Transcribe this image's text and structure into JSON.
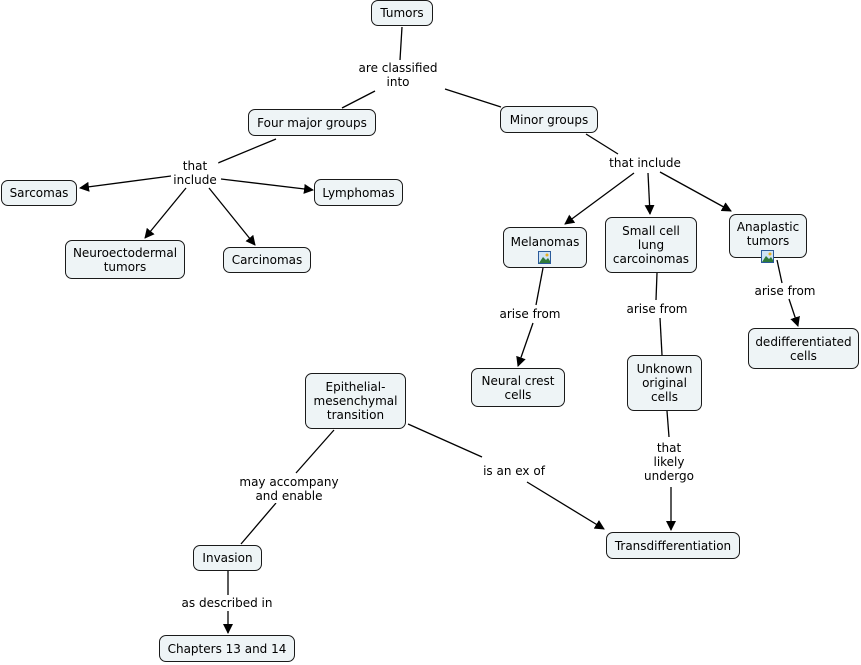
{
  "concept_map": {
    "concepts": {
      "tumors": "Tumors",
      "four_major_groups": "Four major groups",
      "minor_groups": "Minor groups",
      "sarcomas": "Sarcomas",
      "lymphomas": "Lymphomas",
      "neuroectodermal_tumors": "Neuroectodermal\ntumors",
      "carcinomas": "Carcinomas",
      "melanomas": "Melanomas",
      "small_cell_lung": "Small cell\nlung\ncarcoinomas",
      "anaplastic_tumors": "Anaplastic\ntumors",
      "neural_crest_cells": "Neural crest\ncells",
      "unknown_original_cells": "Unknown\noriginal\ncells",
      "dedifferentiated_cells": "dedifferentiated\ncells",
      "emt": "Epithelial-\nmesenchymal\ntransition",
      "invasion": "Invasion",
      "transdifferentiation": "Transdifferentiation",
      "chapters": "Chapters 13 and 14"
    },
    "linking_phrases": {
      "are_classified_into": "are classified\ninto",
      "that_include_major": "that\ninclude",
      "that_include_minor": "that include",
      "arise_from_melanomas": "arise from",
      "arise_from_small_cell": "arise from",
      "arise_from_anaplastic": "arise from",
      "that_likely_undergo": "that\nlikely\nundergo",
      "may_accompany_and_enable": "may accompany\nand enable",
      "is_an_ex_of": "is an ex of",
      "as_described_in": "as described in"
    },
    "attachments": {
      "melanomas_icon": "image-attachment-icon",
      "anaplastic_icon": "image-attachment-icon"
    }
  }
}
